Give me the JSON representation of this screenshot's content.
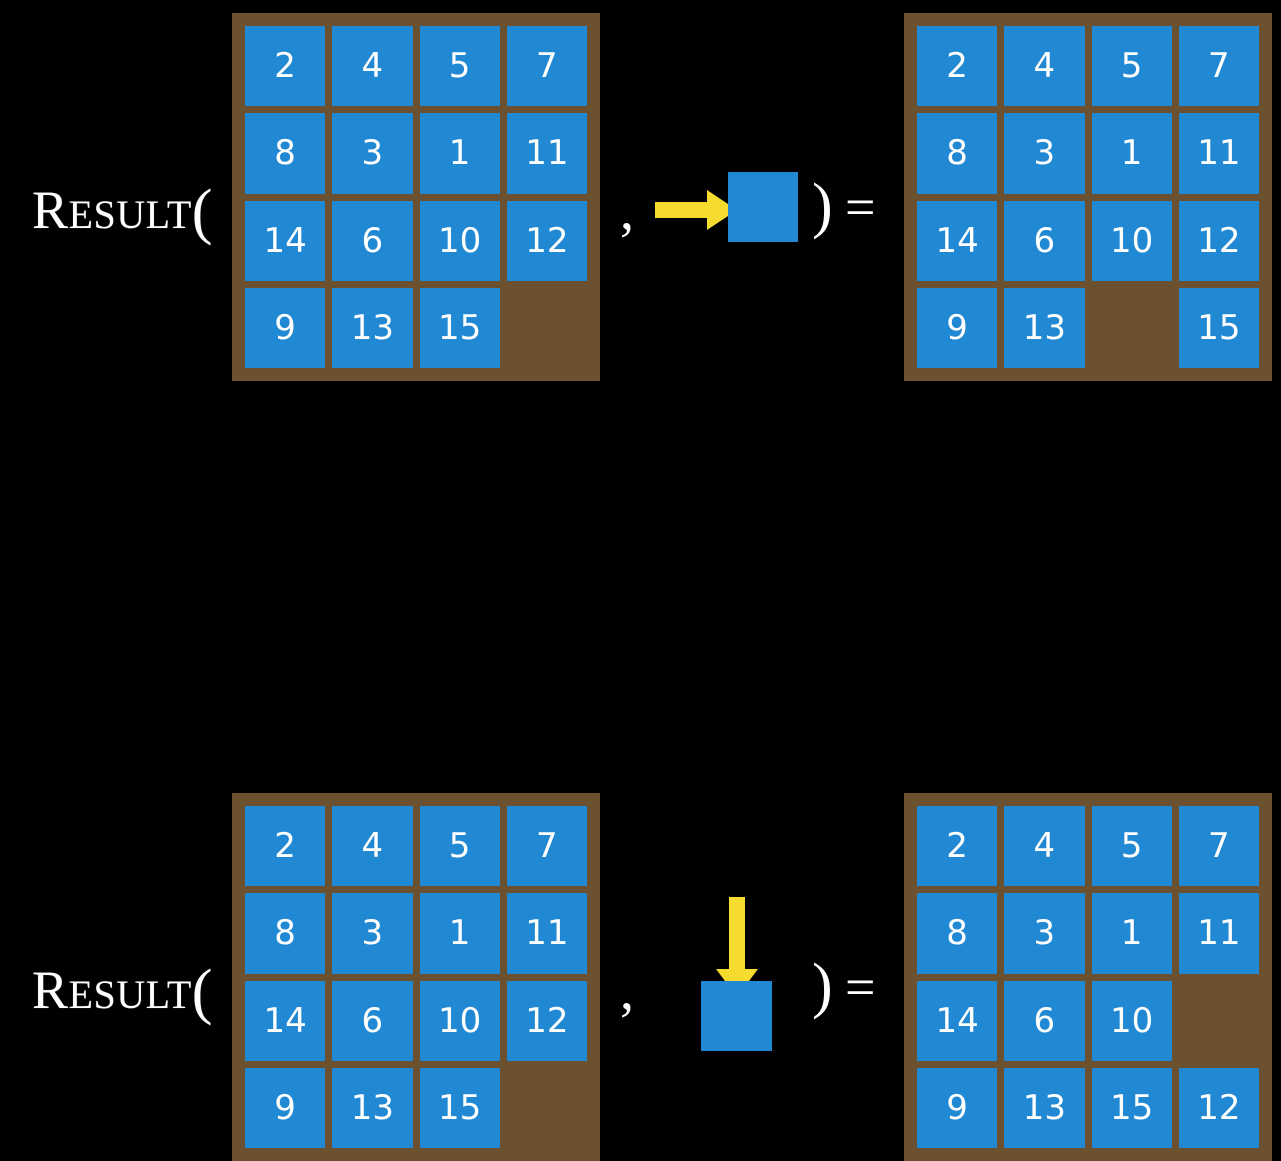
{
  "theme": {
    "background": "#000000",
    "board_color": "#6B5130",
    "tile_color": "#2189D4",
    "tile_text_color": "#FFFFFF",
    "arrow_color": "#F5DC2E",
    "label_color": "#FFFFFF"
  },
  "rows": [
    {
      "id": "row-right-move",
      "label": {
        "cap": "R",
        "small_caps": "ESULT",
        "paren": "("
      },
      "comma": ",",
      "close_paren": ")",
      "equals": "=",
      "action": {
        "icon": "arrow-right-icon",
        "direction": "right",
        "description": "move blank right"
      },
      "input_board": {
        "name": "input-board-top",
        "cells": [
          [
            "2",
            "4",
            "5",
            "7"
          ],
          [
            "8",
            "3",
            "1",
            "11"
          ],
          [
            "14",
            "6",
            "10",
            "12"
          ],
          [
            "9",
            "13",
            "15",
            ""
          ]
        ]
      },
      "output_board": {
        "name": "output-board-top",
        "cells": [
          [
            "2",
            "4",
            "5",
            "7"
          ],
          [
            "8",
            "3",
            "1",
            "11"
          ],
          [
            "14",
            "6",
            "10",
            "12"
          ],
          [
            "9",
            "13",
            "",
            "15"
          ]
        ]
      }
    },
    {
      "id": "row-down-move",
      "label": {
        "cap": "R",
        "small_caps": "ESULT",
        "paren": "("
      },
      "comma": ",",
      "close_paren": ")",
      "equals": "=",
      "action": {
        "icon": "arrow-down-icon",
        "direction": "down",
        "description": "move blank down"
      },
      "input_board": {
        "name": "input-board-bottom",
        "cells": [
          [
            "2",
            "4",
            "5",
            "7"
          ],
          [
            "8",
            "3",
            "1",
            "11"
          ],
          [
            "14",
            "6",
            "10",
            "12"
          ],
          [
            "9",
            "13",
            "15",
            ""
          ]
        ]
      },
      "output_board": {
        "name": "output-board-bottom",
        "cells": [
          [
            "2",
            "4",
            "5",
            "7"
          ],
          [
            "8",
            "3",
            "1",
            "11"
          ],
          [
            "14",
            "6",
            "10",
            ""
          ],
          [
            "9",
            "13",
            "15",
            "12"
          ]
        ]
      }
    }
  ]
}
